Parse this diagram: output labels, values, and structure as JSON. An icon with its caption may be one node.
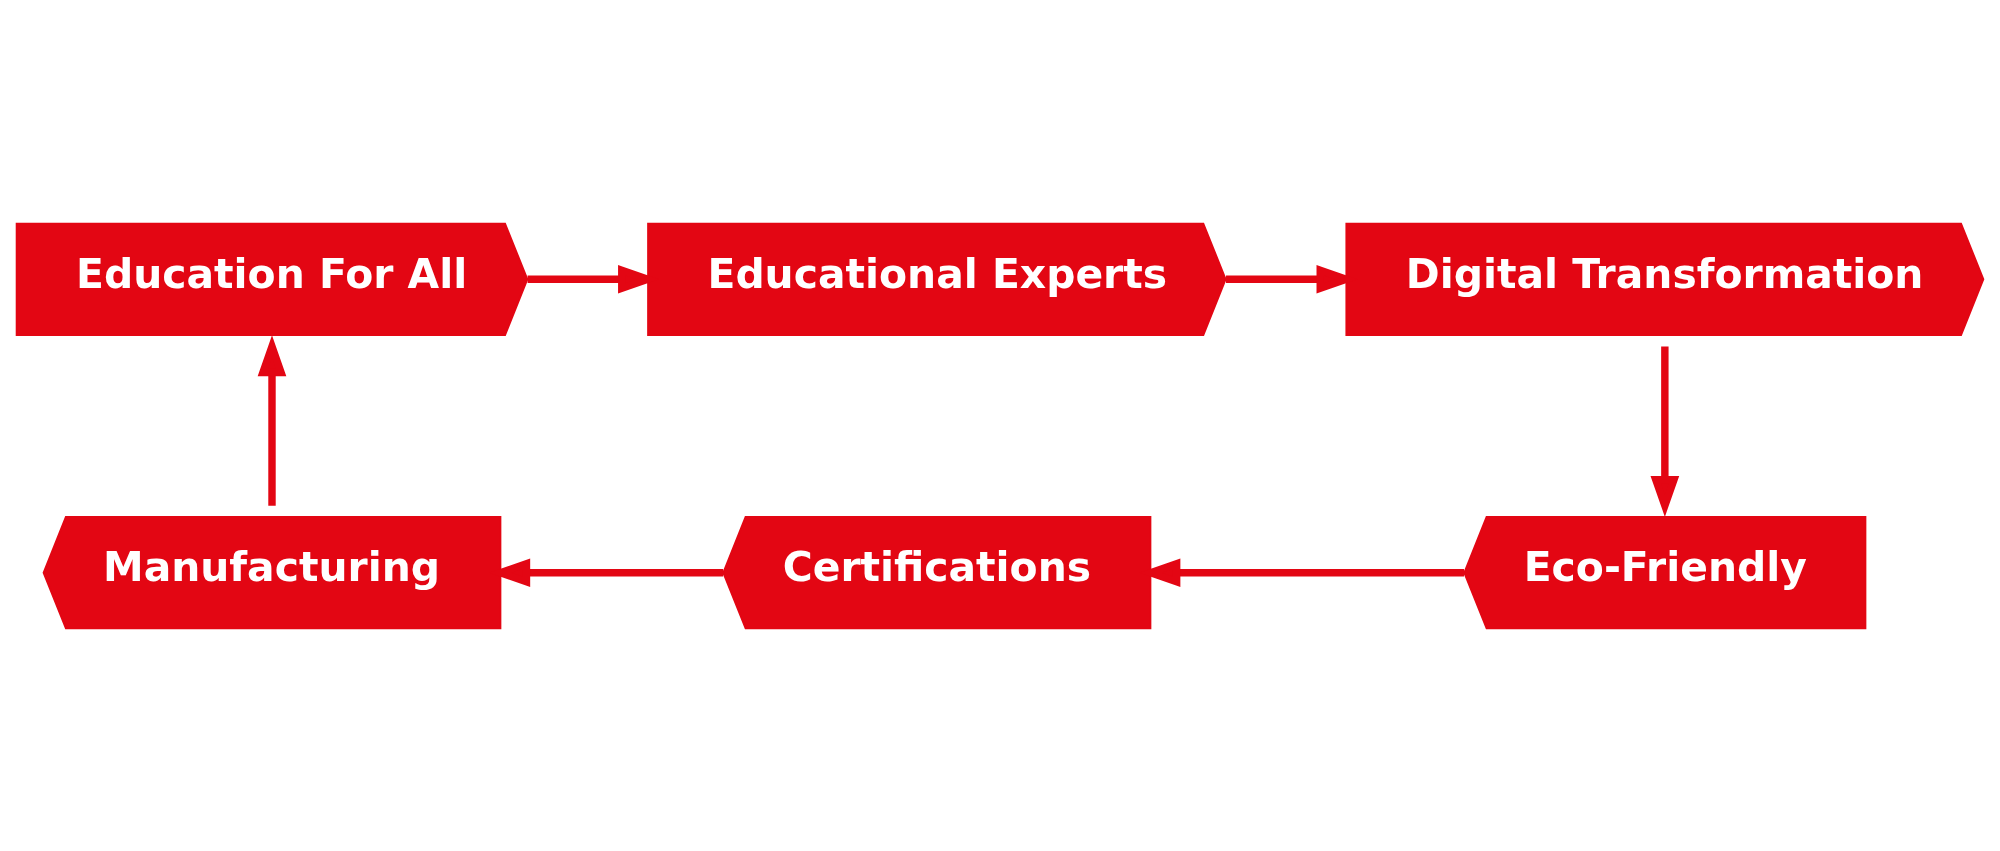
{
  "diagram": {
    "nodes": [
      {
        "text": [
          "Education For All"
        ]
      },
      {
        "text": [
          "Educational Experts"
        ]
      },
      {
        "text": [
          "Digital Transformation"
        ]
      },
      {
        "text": [
          "Manufacturing"
        ]
      },
      {
        "text": [
          "Certifications"
        ]
      },
      {
        "text": [
          "Eco-Friendly"
        ]
      }
    ],
    "edges": [
      {
        "from": 0,
        "to": 1,
        "arrow": "to"
      },
      {
        "from": 1,
        "to": 2,
        "arrow": "to"
      },
      {
        "from": 2,
        "to": 5,
        "arrow": "to"
      },
      {
        "from": 5,
        "to": 4,
        "arrow": "to"
      },
      {
        "from": 4,
        "to": 3,
        "arrow": "to"
      },
      {
        "from": 3,
        "to": 0,
        "arrow": "to"
      }
    ]
  }
}
